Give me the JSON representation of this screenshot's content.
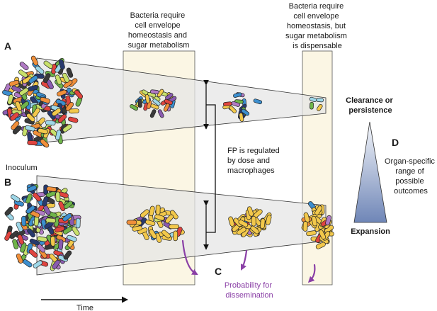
{
  "header_zone1": [
    "Bacteria require",
    "cell envelope",
    "homeostasis and",
    "sugar metabolism"
  ],
  "header_zone2": [
    "Bacteria require",
    "cell envelope",
    "homeostasis, but",
    "sugar metabolism",
    "is dispensable"
  ],
  "panel_a": "A",
  "panel_b": "B",
  "panel_c": "C",
  "panel_d": "D",
  "inoculum": "Inoculum",
  "fp_text": [
    "FP is regulated",
    "by dose and",
    "macrophages"
  ],
  "outcome_top": [
    "Clearance or",
    "persistence"
  ],
  "outcome_bottom": "Expansion",
  "d_text": [
    "Organ-specific",
    "range of",
    "possible",
    "outcomes"
  ],
  "dissemination": [
    "Probability for",
    "dissemination"
  ],
  "time_label": "Time",
  "colors": {
    "zone_fill": "#fbf6e4",
    "funnel_fill": "#e6e6e6",
    "purple": "#8a3fa6",
    "triangle_top": "#f4f6fa",
    "triangle_bottom": "#6f86b7",
    "bacteria_palette": [
      "#e0443f",
      "#f2c84b",
      "#6fb44a",
      "#3c8fcf",
      "#8a5bb0",
      "#283a6e",
      "#9ed7e8",
      "#f08f3a",
      "#c8e06a",
      "#b07ac4",
      "#3a3a3a"
    ],
    "yellow": "#f2c84b"
  }
}
